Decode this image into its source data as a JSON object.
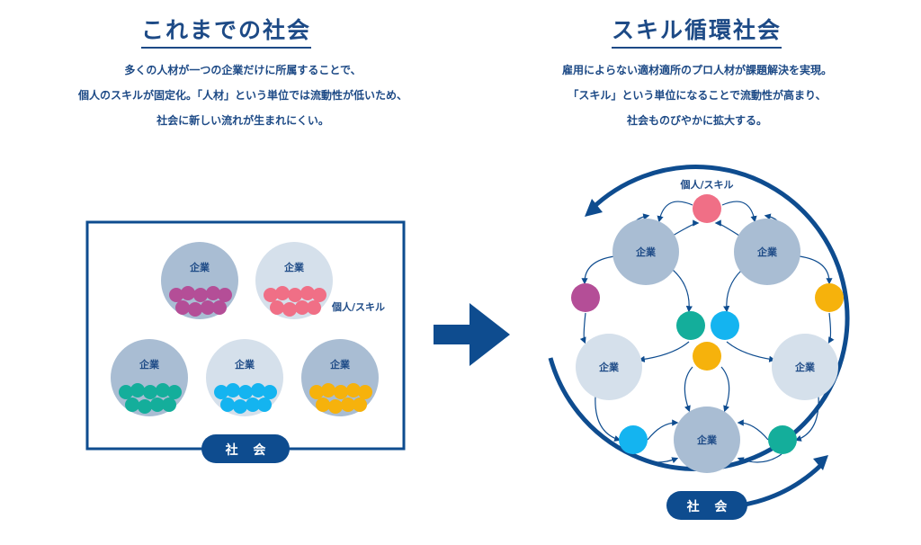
{
  "left": {
    "title": "これまでの社会",
    "desc": [
      "多くの人材が一つの企業だけに所属することで、",
      "個人のスキルが固定化。「人材」という単位では流動性が低いため、",
      "社会に新しい流れが生まれにくい。"
    ],
    "company_label": "企業",
    "skill_label": "個人/スキル",
    "society_label": "社 会"
  },
  "right": {
    "title": "スキル循環社会",
    "desc": [
      "雇用によらない適材適所のプロ人材が課題解決を実現。",
      "「スキル」という単位になることで流動性が高まり、",
      "社会ものびやかに拡大する。"
    ],
    "company_label": "企業",
    "skill_label": "個人/スキル",
    "society_label": "社 会"
  },
  "colors": {
    "navy": "#0e4c8f",
    "company_dark": "#a9bdd3",
    "company_light": "#d5e0eb",
    "magenta": "#b44e97",
    "pink": "#f06f86",
    "teal": "#14ae9b",
    "cyan": "#14b4f0",
    "amber": "#f6b20c"
  }
}
